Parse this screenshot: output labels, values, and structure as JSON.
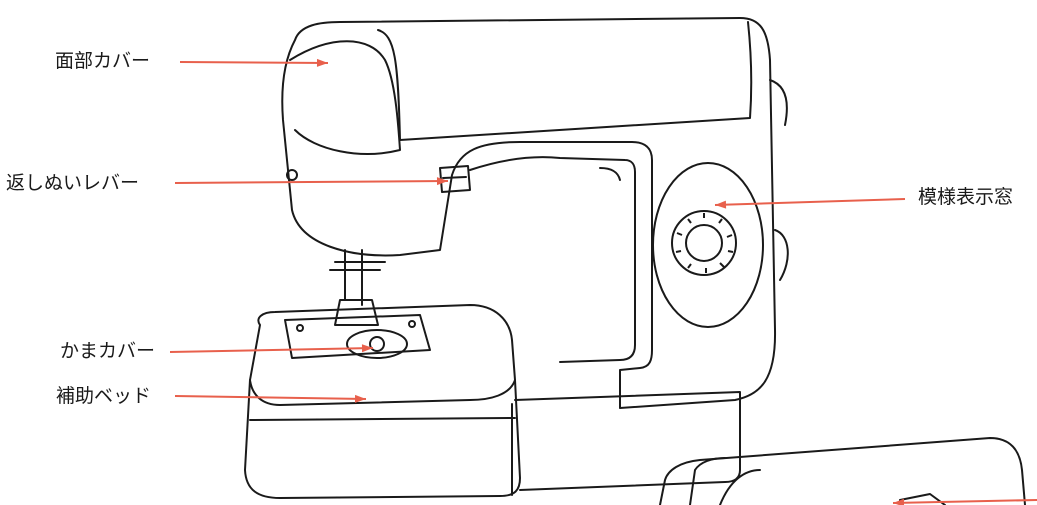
{
  "labels": {
    "face_cover": "面部カバー",
    "reverse_lever": "返しぬいレバー",
    "pattern_window": "模様表示窓",
    "shuttle_cover": "かまカバー",
    "auxiliary_bed": "補助ベッド"
  },
  "colors": {
    "pointer": "#e8604c",
    "line_art": "#1a1a1a"
  }
}
